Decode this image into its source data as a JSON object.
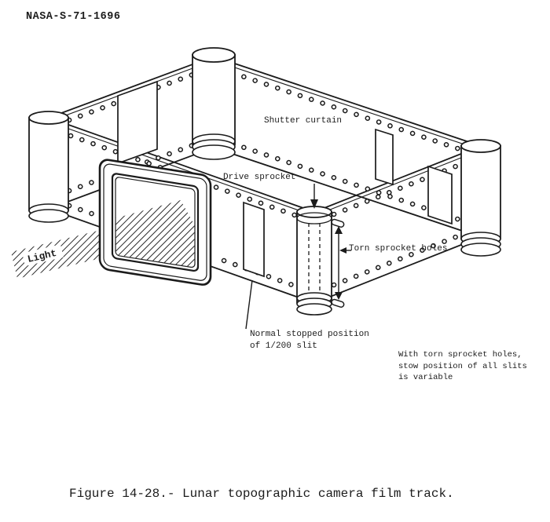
{
  "page": {
    "paper_color": "#ffffff",
    "ink_color": "#1b1b1b"
  },
  "header": {
    "doc_number": "NASA-S-71-1696"
  },
  "diagram": {
    "labels": {
      "shutter_curtain": "Shutter curtain",
      "drive_sprocket": "Drive sprocket",
      "torn_sprocket_holes": "Torn sprocket holes",
      "normal_stopped_position": "Normal stopped position\nof 1/200 slit",
      "light": "Light",
      "stow_note": "With torn sprocket holes,\nstow position of all slits\nis variable"
    }
  },
  "caption": {
    "text": "Figure 14-28.- Lunar topographic camera film track."
  }
}
